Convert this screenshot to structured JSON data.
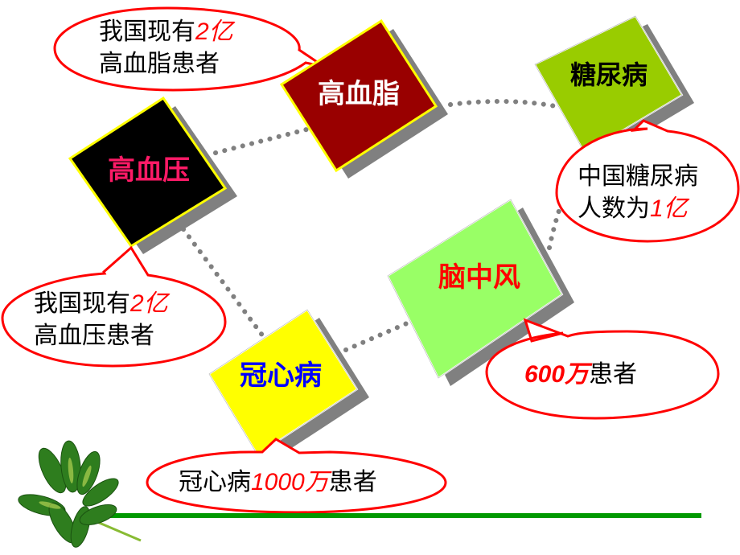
{
  "slide": {
    "background": "#ffffff",
    "boxes": [
      {
        "id": "hypertension",
        "label": "高血压",
        "fill": "#000000",
        "border": "#ffff00",
        "text_color": "#ff1a66"
      },
      {
        "id": "hyperlipidemia",
        "label": "高血脂",
        "fill": "#990000",
        "border": "#ffff00",
        "text_color": "#ffffff"
      },
      {
        "id": "diabetes",
        "label": "糖尿病",
        "fill": "#99cc00",
        "border": "#ffffff",
        "text_color": "#000000"
      },
      {
        "id": "stroke",
        "label": "脑中风",
        "fill": "#99ff66",
        "border": "#ffffff",
        "text_color": "#ff0000"
      },
      {
        "id": "coronary",
        "label": "冠心病",
        "fill": "#ffff00",
        "border": "#ffffff",
        "text_color": "#0000ff"
      }
    ],
    "callouts": {
      "hyperlipidemia": {
        "line1_prefix": "我国现有",
        "line1_highlight": "2亿",
        "line2": "高血脂患者"
      },
      "hypertension": {
        "line1_prefix": "我国现有",
        "line1_highlight": "2亿",
        "line2": "高血压患者"
      },
      "diabetes": {
        "line1": "中国糖尿病",
        "line2_prefix": "人数为",
        "line2_highlight": "1亿"
      },
      "stroke": {
        "highlight": "600万",
        "suffix": "患者"
      },
      "coronary": {
        "prefix": "冠心病",
        "highlight": "1000万",
        "suffix": "患者"
      }
    },
    "colors": {
      "callout_border": "#ff0000",
      "highlight": "#ff0000",
      "connector_dots": "#808080",
      "shadow": "#808080",
      "footer_rule": "#009900"
    },
    "decoration": {
      "icon": "leaf-icon"
    }
  }
}
